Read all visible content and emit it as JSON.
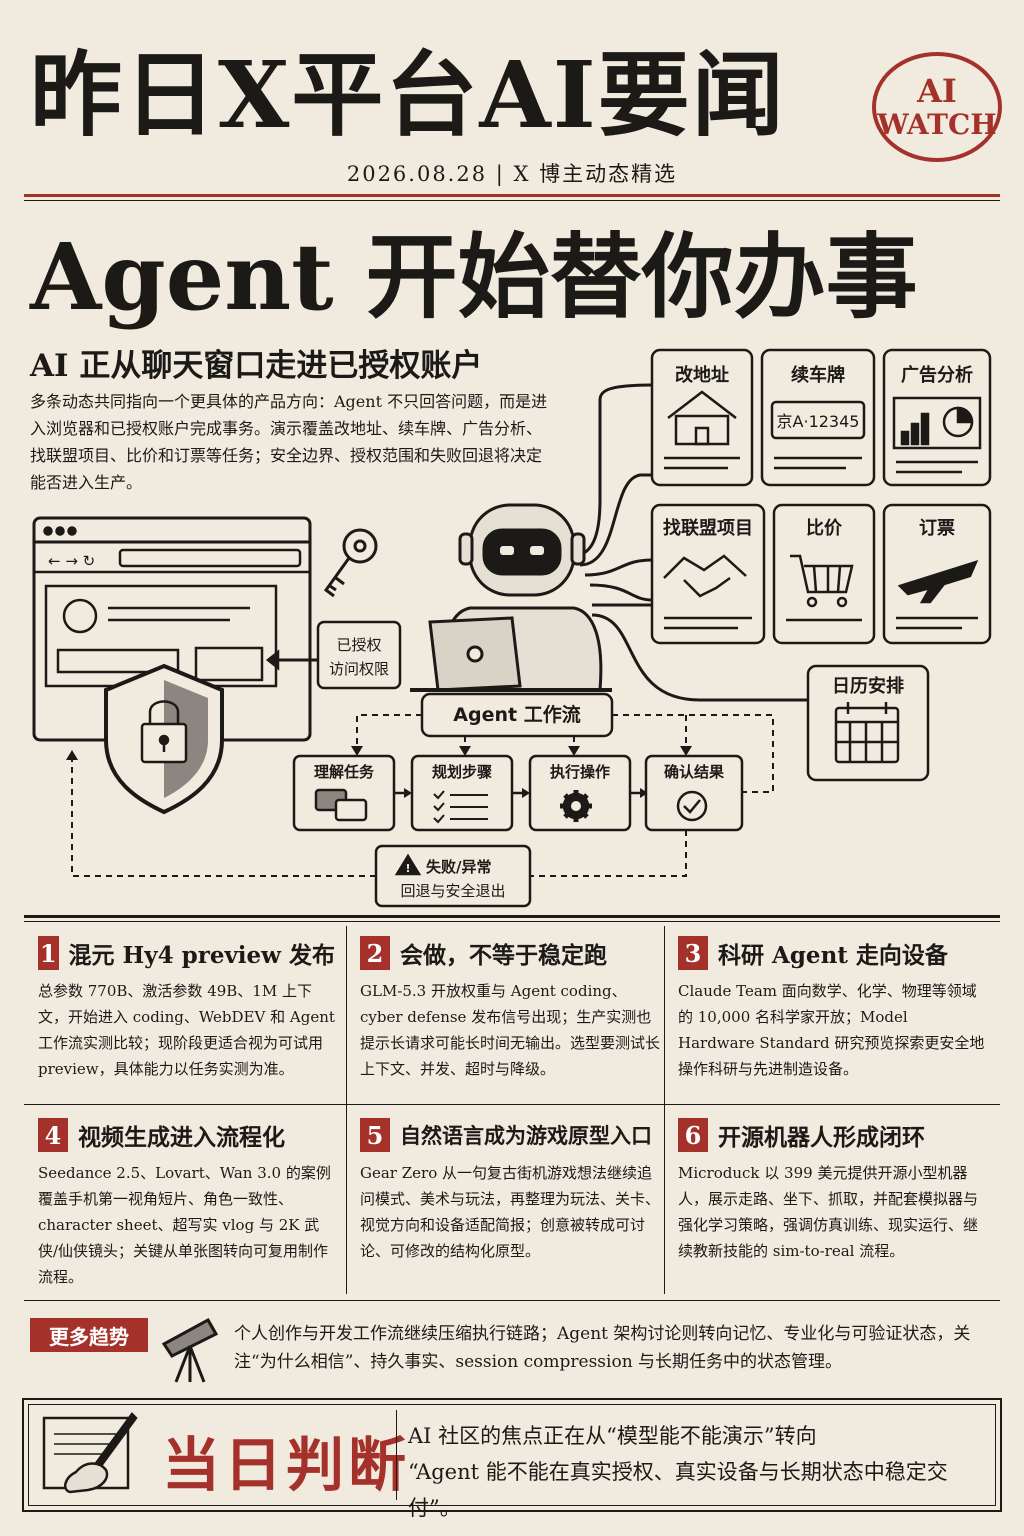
{
  "masthead": {
    "title": "昨日X平台AI要闻",
    "stamp_line1": "AI",
    "stamp_line2": "WATCH",
    "dateline": "2026.08.28 | X 博主动态精选"
  },
  "lead": {
    "headline": "Agent 开始替你办事",
    "subhead": "AI 正从聊天窗口走进已授权账户",
    "intro": "多条动态共同指向一个更具体的产品方向：Agent 不只回答问题，而是进入浏览器和已授权账户完成事务。演示覆盖改地址、续车牌、广告分析、找联盟项目、比价和订票等任务；安全边界、授权范围和失败回退将决定能否进入生产。"
  },
  "illustration": {
    "tasks": [
      {
        "label": "改地址",
        "icon": "house-icon"
      },
      {
        "label": "续车牌",
        "icon": "license-plate-icon",
        "plate": "京A·12345"
      },
      {
        "label": "广告分析",
        "icon": "chart-icon"
      },
      {
        "label": "找联盟项目",
        "icon": "handshake-icon"
      },
      {
        "label": "比价",
        "icon": "cart-icon"
      },
      {
        "label": "订票",
        "icon": "plane-icon"
      },
      {
        "label": "日历安排",
        "icon": "calendar-icon"
      }
    ],
    "access_label_1": "已授权",
    "access_label_2": "访问权限",
    "workflow_title": "Agent 工作流",
    "steps": [
      {
        "label": "理解任务",
        "icon": "chat-bubbles-icon"
      },
      {
        "label": "规划步骤",
        "icon": "checklist-icon"
      },
      {
        "label": "执行操作",
        "icon": "gear-icon"
      },
      {
        "label": "确认结果",
        "icon": "check-circle-icon"
      }
    ],
    "failure_1": "失败/异常",
    "failure_2": "回退与安全退出"
  },
  "stories": [
    {
      "num": "1",
      "title": "混元 Hy4 preview 发布",
      "body": "总参数 770B、激活参数 49B、1M 上下文，开始进入 coding、WebDEV 和 Agent 工作流实测比较；现阶段更适合视为可试用 preview，具体能力以任务实测为准。"
    },
    {
      "num": "2",
      "title": "会做，不等于稳定跑",
      "body": "GLM-5.3 开放权重与 Agent coding、cyber defense 发布信号出现；生产实测也提示长请求可能长时间无输出。选型要测试长上下文、并发、超时与降级。"
    },
    {
      "num": "3",
      "title": "科研 Agent 走向设备",
      "body": "Claude Team 面向数学、化学、物理等领域的 10,000 名科学家开放；Model Hardware Standard 研究预览探索更安全地操作科研与先进制造设备。"
    },
    {
      "num": "4",
      "title": "视频生成进入流程化",
      "body": "Seedance 2.5、Lovart、Wan 3.0 的案例覆盖手机第一视角短片、角色一致性、character sheet、超写实 vlog 与 2K 武侠/仙侠镜头；关键从单张图转向可复用制作流程。"
    },
    {
      "num": "5",
      "title": "自然语言成为游戏原型入口",
      "body": "Gear Zero 从一句复古街机游戏想法继续追问模式、美术与玩法，再整理为玩法、关卡、视觉方向和设备适配简报；创意被转成可讨论、可修改的结构化原型。"
    },
    {
      "num": "6",
      "title": "开源机器人形成闭环",
      "body": "Microduck 以 399 美元提供开源小型机器人，展示走路、坐下、抓取，并配套模拟器与强化学习策略，强调仿真训练、现实运行、继续教新技能的 sim-to-real 流程。"
    }
  ],
  "trends": {
    "tag": "更多趋势",
    "text": "个人创作与开发工作流继续压缩执行链路；Agent 架构讨论则转向记忆、专业化与可验证状态，关注“为什么相信”、持久事实、session compression 与长期任务中的状态管理。"
  },
  "verdict": {
    "title": "当日判断",
    "line1": "AI 社区的焦点正在从“模型能不能演示”转向",
    "line2": "“Agent 能不能在真实授权、真实设备与长期状态中稳定交付”。"
  },
  "colors": {
    "accent": "#a4312a",
    "paper": "#f1ebdf",
    "ink": "#1c1a17"
  }
}
